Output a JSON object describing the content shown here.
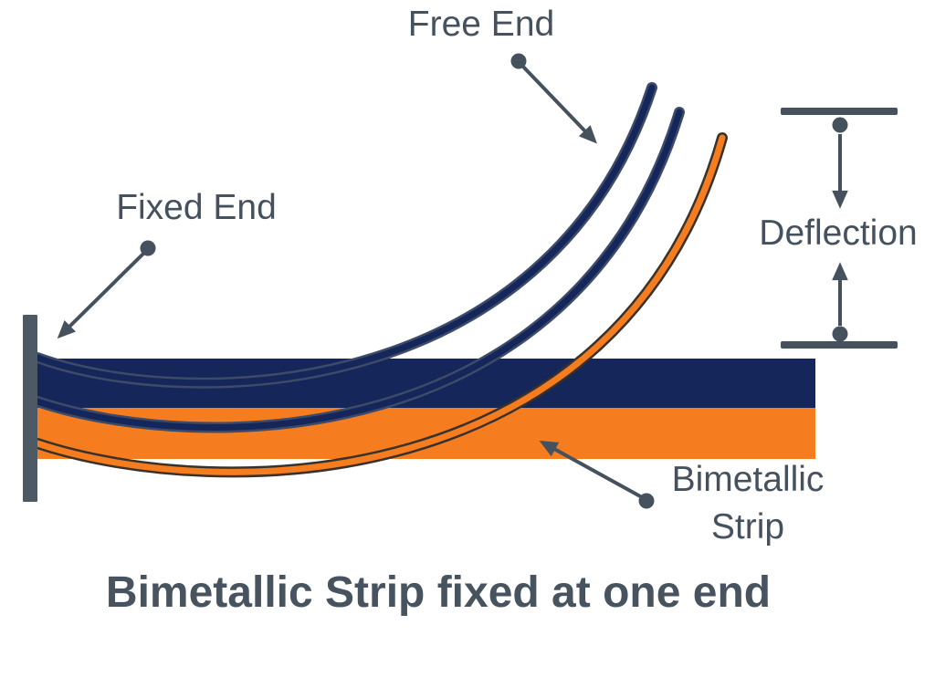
{
  "title": {
    "text": "Bimetallic Strip fixed at one end"
  },
  "labels": {
    "free_end": "Free End",
    "fixed_end": "Fixed End",
    "deflection": "Deflection",
    "bimetallic_line1": "Bimetallic",
    "bimetallic_line2": "Strip"
  },
  "colors": {
    "background": "#ffffff",
    "navy_layer": "#14265a",
    "orange_layer": "#f57d1f",
    "navy_curve_outline": "#3d4a68",
    "orange_curve_outline": "#39322a",
    "annotation": "#45525e",
    "wall": "#4d5a66"
  }
}
